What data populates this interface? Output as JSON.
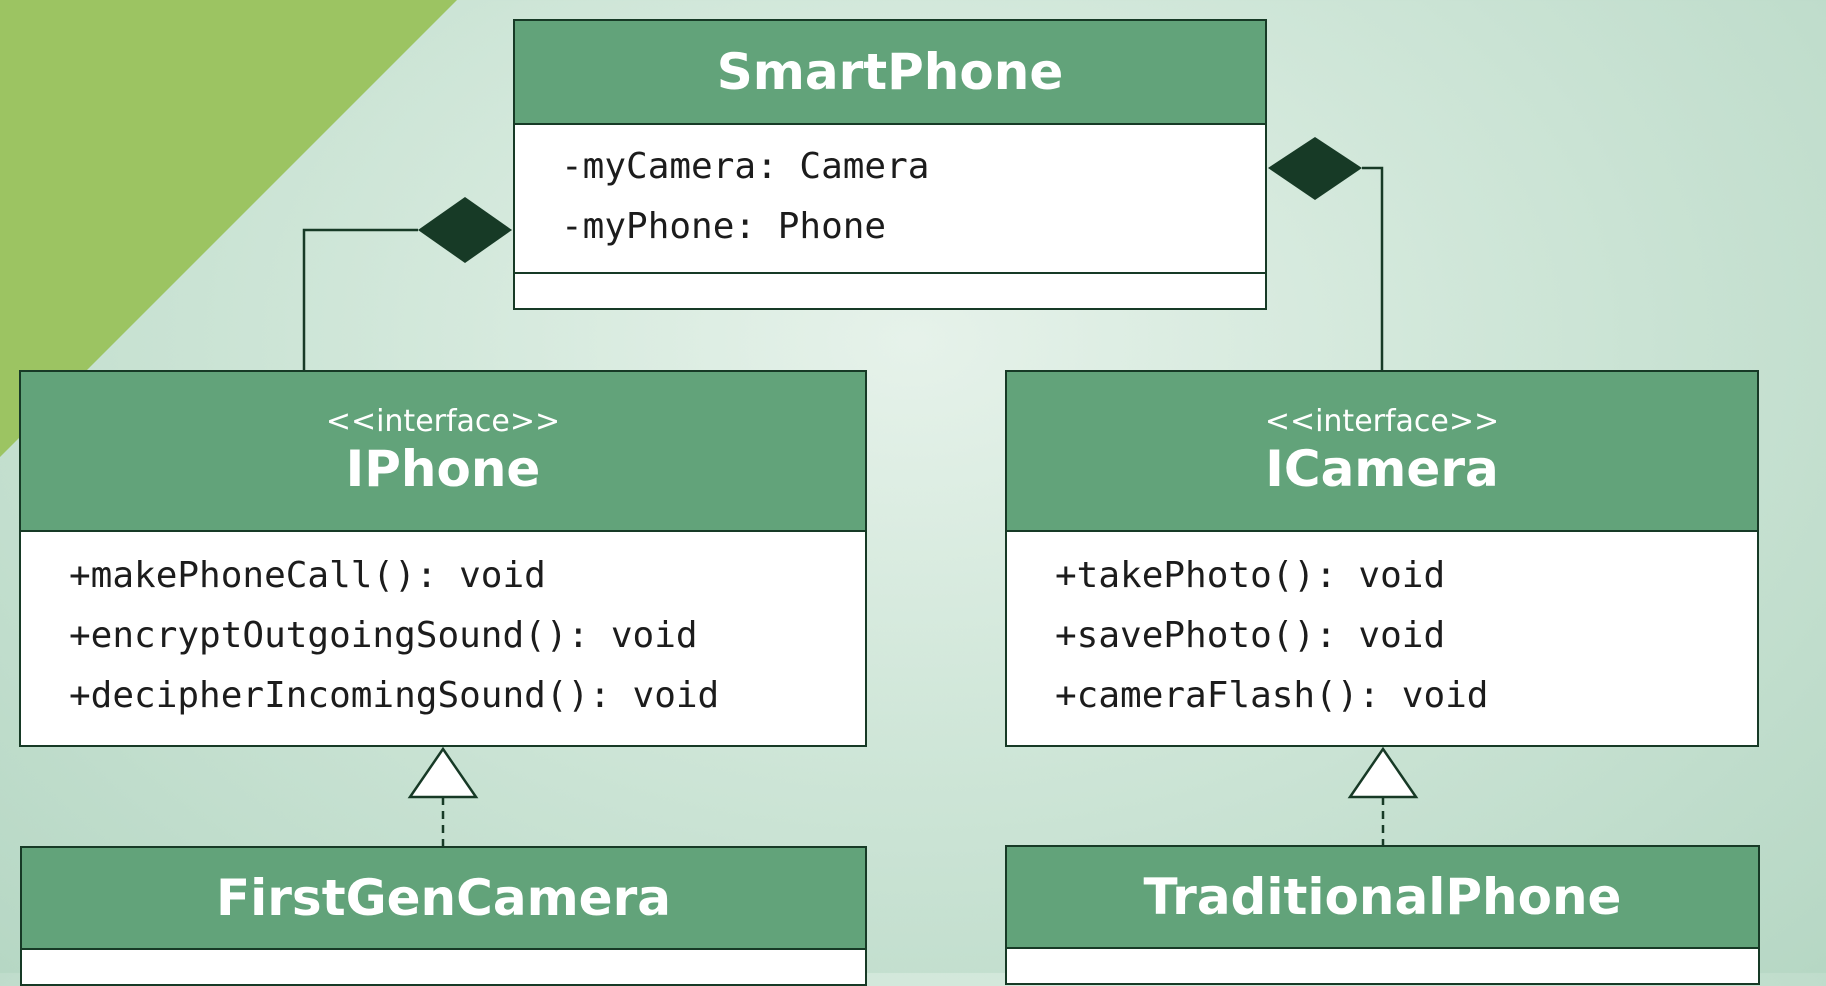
{
  "colors": {
    "header": "#62a37a",
    "border": "#173a26",
    "corner_accent": "#9cc462",
    "diamond": "#173a26"
  },
  "diagram": {
    "smartphone": {
      "name": "SmartPhone",
      "attributes": [
        "-myCamera: Camera",
        "-myPhone: Phone"
      ]
    },
    "iphone": {
      "stereotype": "<<interface>>",
      "name": "IPhone",
      "methods": [
        "+makePhoneCall(): void",
        "+encryptOutgoingSound(): void",
        "+decipherIncomingSound(): void"
      ]
    },
    "icamera": {
      "stereotype": "<<interface>>",
      "name": "ICamera",
      "methods": [
        "+takePhoto(): void",
        "+savePhoto(): void",
        "+cameraFlash(): void"
      ]
    },
    "firstgencamera": {
      "name": "FirstGenCamera"
    },
    "traditionalphone": {
      "name": "TraditionalPhone"
    }
  }
}
